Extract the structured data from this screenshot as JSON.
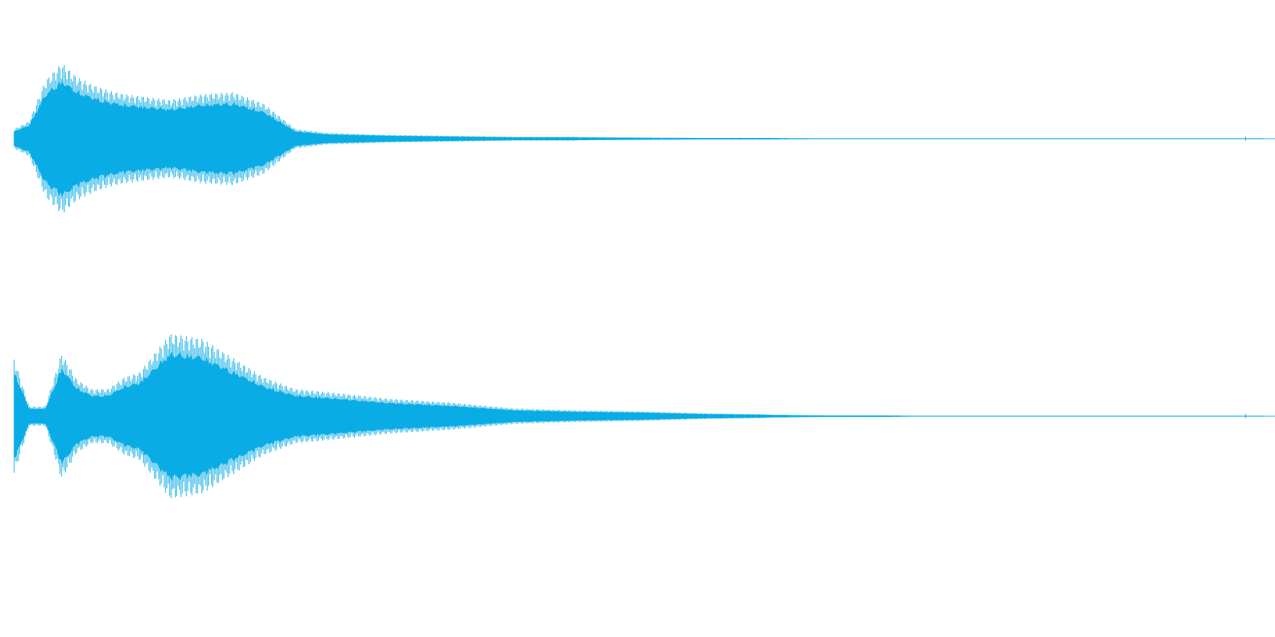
{
  "colors": {
    "background": "#ffffff",
    "waveform": "#0aace5"
  },
  "chart_data": {
    "type": "area",
    "title": "",
    "xlabel": "",
    "ylabel": "",
    "grid": false,
    "legend": "none",
    "xlim": [
      0,
      1
    ],
    "ylim": [
      -1,
      1
    ],
    "x": [
      0.0,
      0.012,
      0.025,
      0.038,
      0.05,
      0.062,
      0.075,
      0.088,
      0.1,
      0.125,
      0.15,
      0.175,
      0.2,
      0.225,
      0.25,
      0.3,
      0.35,
      0.4,
      0.45,
      0.5,
      0.55,
      0.6,
      0.65,
      0.7,
      0.75,
      0.98,
      1.0
    ],
    "series": [
      {
        "values": [
          0.1,
          0.18,
          0.6,
          0.78,
          0.64,
          0.56,
          0.5,
          0.46,
          0.44,
          0.4,
          0.46,
          0.48,
          0.36,
          0.1,
          0.06,
          0.04,
          0.03,
          0.02,
          0.02,
          0.015,
          0.01,
          0.01,
          0.005,
          0.005,
          0.0,
          0.0,
          0.0
        ]
      },
      {
        "values": [
          0.6,
          0.1,
          0.1,
          0.65,
          0.38,
          0.28,
          0.28,
          0.4,
          0.45,
          0.85,
          0.8,
          0.6,
          0.4,
          0.28,
          0.25,
          0.18,
          0.14,
          0.08,
          0.06,
          0.05,
          0.03,
          0.02,
          0.01,
          0.01,
          0.0,
          0.0,
          0.0
        ]
      }
    ]
  }
}
